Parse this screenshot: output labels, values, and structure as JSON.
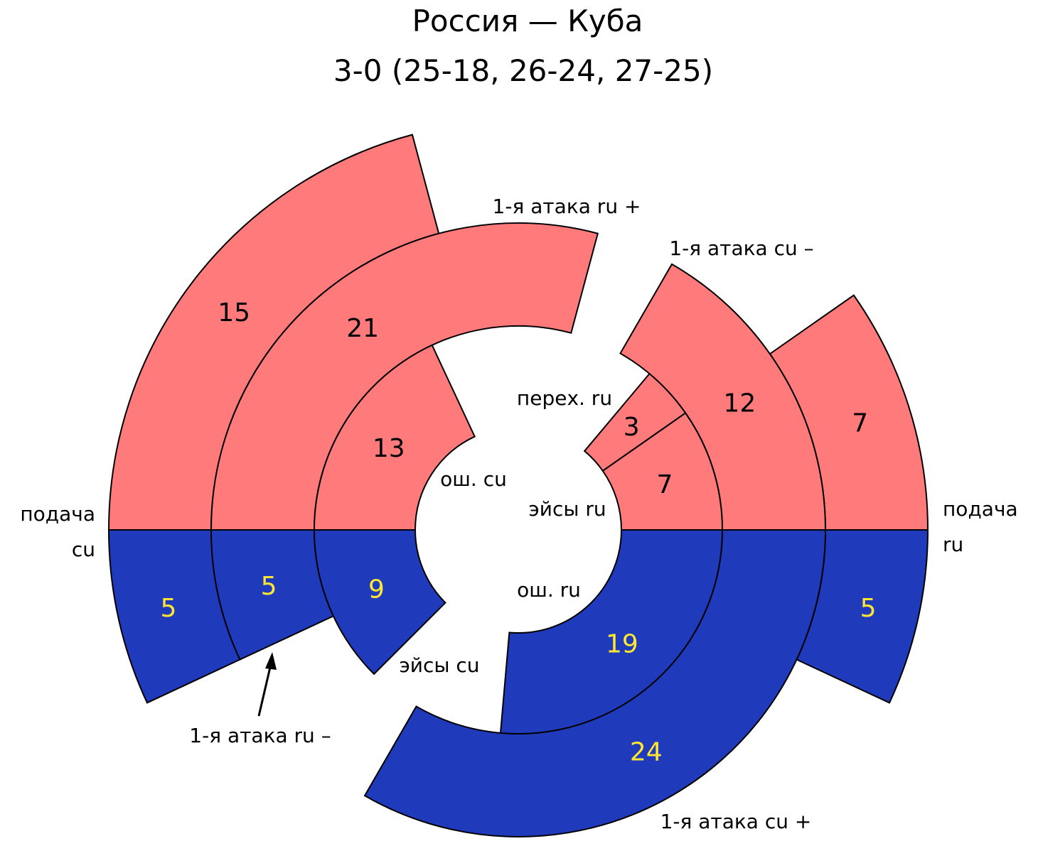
{
  "chart_data": {
    "type": "radial-bar",
    "title": "Россия — Куба",
    "subtitle": "3-0 (25-18, 26-24, 27-25)",
    "colors": {
      "russia_points": "#FF7B7B",
      "cuba_points": "#1F3BBB",
      "russia_value_text": "#000000",
      "cuba_value_text": "#FFE633",
      "outline": "#000000"
    },
    "sides": [
      {
        "name": "подача cu",
        "segments": [
          {
            "label": "подача cu",
            "russia": 15,
            "cuba": 5
          },
          {
            "label": "1-я атака ru +",
            "russia": 21,
            "cuba": null
          },
          {
            "label": "1-я атака ru –",
            "russia": null,
            "cuba": 5
          },
          {
            "label": "ош. cu",
            "russia": 13,
            "cuba": null
          },
          {
            "label": "эйсы cu",
            "russia": null,
            "cuba": 9
          }
        ]
      },
      {
        "name": "подача ru",
        "segments": [
          {
            "label": "подача ru",
            "russia": 7,
            "cuba": 5
          },
          {
            "label": "1-я атака cu –",
            "russia": 12,
            "cuba": null
          },
          {
            "label": "1-я атака cu +",
            "russia": null,
            "cuba": 24
          },
          {
            "label": "эйсы ru",
            "russia": 7,
            "cuba": null
          },
          {
            "label": "перех. ru",
            "russia": 3,
            "cuba": null
          },
          {
            "label": "ош. ru",
            "russia": null,
            "cuba": 19
          }
        ]
      }
    ]
  }
}
